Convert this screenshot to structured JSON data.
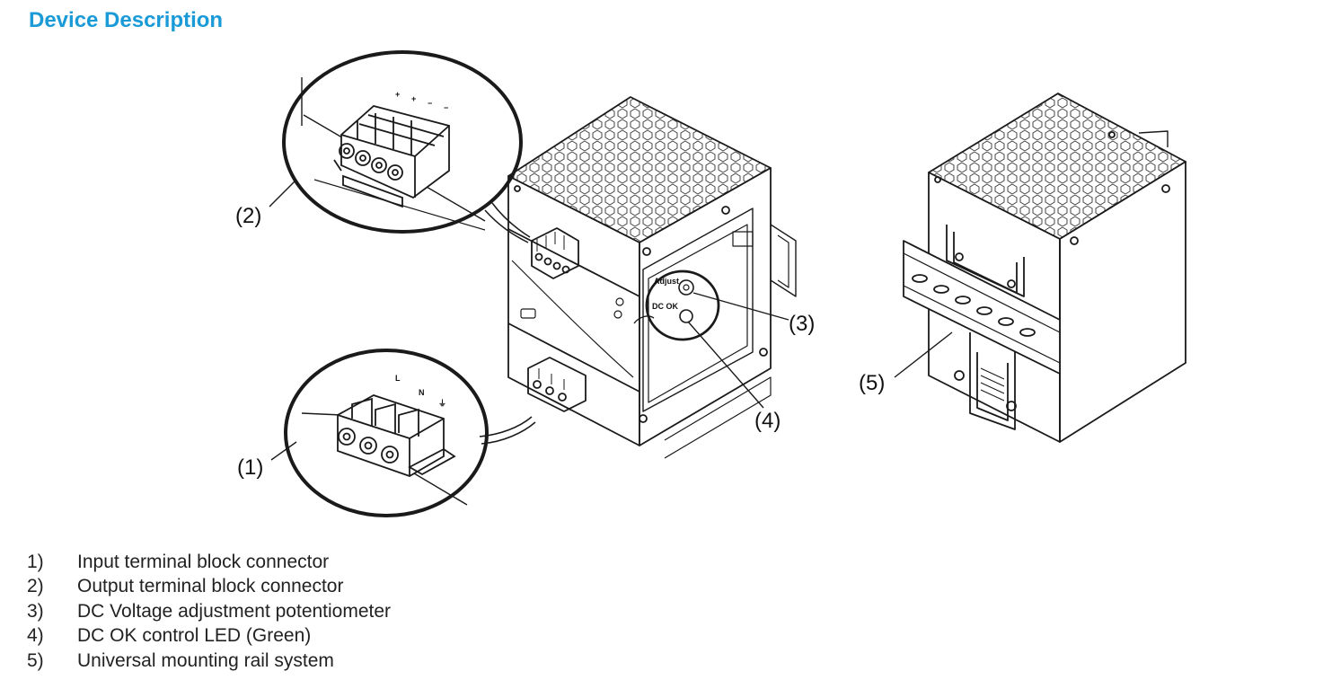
{
  "heading": "Device Description",
  "callouts": {
    "c1": "(1)",
    "c2": "(2)",
    "c3": "(3)",
    "c4": "(4)",
    "c5": "(5)"
  },
  "device_labels": {
    "adjust": "Adjust",
    "dc_ok": "DC OK",
    "input_pins": [
      "L",
      "N",
      "⏚"
    ],
    "output_pins": [
      "+",
      "+",
      "−",
      "−"
    ]
  },
  "legend": [
    {
      "num": "1)",
      "text": "Input terminal block connector"
    },
    {
      "num": "2)",
      "text": "Output terminal block connector"
    },
    {
      "num": "3)",
      "text": "DC Voltage adjustment potentiometer"
    },
    {
      "num": "4)",
      "text": "DC OK control LED (Green)"
    },
    {
      "num": "5)",
      "text": "Universal mounting rail system"
    }
  ]
}
